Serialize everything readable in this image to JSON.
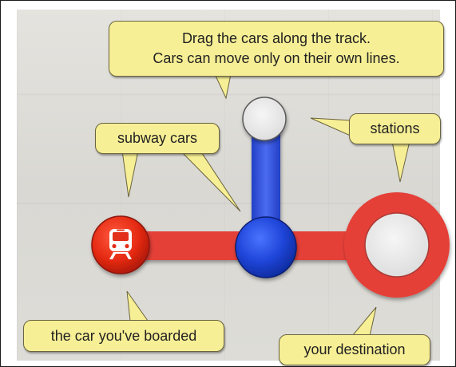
{
  "tutorial": {
    "hint_line1": "Drag the cars along the track.",
    "hint_line2": "Cars can move only on their own lines.",
    "subway_cars_label": "subway cars",
    "stations_label": "stations",
    "boarded_label": "the car you've boarded",
    "destination_label": "your destination"
  },
  "colors": {
    "red_line": "#e43f37",
    "blue_line": "#2f4fd6",
    "bubble": "#f7ef95",
    "station_fill": "#ececec"
  },
  "icons": {
    "boarded_car": "train-icon"
  }
}
